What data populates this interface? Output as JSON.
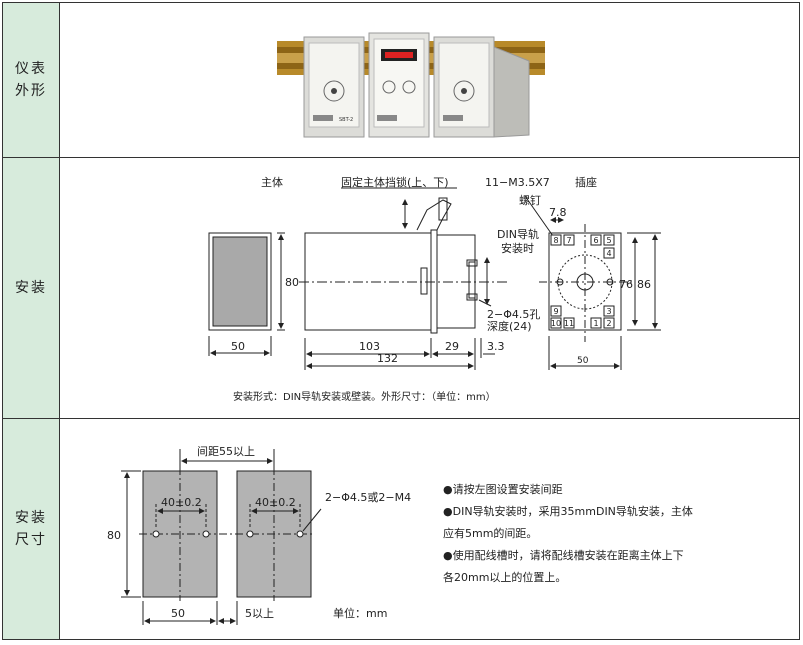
{
  "sections": [
    {
      "label_line1": "仪表",
      "label_line2": "外形"
    },
    {
      "label_line1": "安装",
      "label_line2": ""
    },
    {
      "label_line1": "安装",
      "label_line2": "尺寸"
    }
  ],
  "photo": {
    "device_badge": "SBT-2"
  },
  "install": {
    "main_body_title": "主体",
    "lock_label": "固定主体挡锁(上、下)",
    "screw_spec": "11−M3.5X7",
    "screw_label": "螺钉",
    "socket_title": "插座",
    "din_label_1": "DIN导轨",
    "din_label_2": "安装时",
    "hole_label_1": "2−Φ4.5孔",
    "hole_label_2": "深度(24)",
    "dim_80": "80",
    "dim_50": "50",
    "dim_103": "103",
    "dim_29": "29",
    "dim_3_3": "3.3",
    "dim_132": "132",
    "dim_7_8": "7.8",
    "dim_76": "76",
    "dim_86": "86",
    "dim_socket_50": "50",
    "terminals_top": [
      "8",
      "7",
      "6",
      "5"
    ],
    "terminals_right_top": [
      "4"
    ],
    "terminals_bottom": [
      "10",
      "11",
      "1",
      "2"
    ],
    "terminals_left_bottom": [
      "9"
    ],
    "terminals_right_bottom": [
      "3"
    ],
    "caption": "安装形式：DIN导轨安装或壁装。外形尺寸：（单位：mm）"
  },
  "mount": {
    "spacing_label": "间距55以上",
    "pitch_label_a": "40±0.2",
    "pitch_label_b": "40±0.2",
    "hole_label": "2−Φ4.5或2−M4",
    "dim_80": "80",
    "dim_50": "50",
    "dim_gap": "5以上",
    "unit": "单位：mm",
    "bullets": [
      "●请按左图设置安装间距",
      "●DIN导轨安装时，采用35mmDIN导轨安装，主体",
      "   应有5mm的间距。",
      "●使用配线槽时，请将配线槽安装在距离主体上下",
      "   各20mm以上的位置上。"
    ]
  }
}
